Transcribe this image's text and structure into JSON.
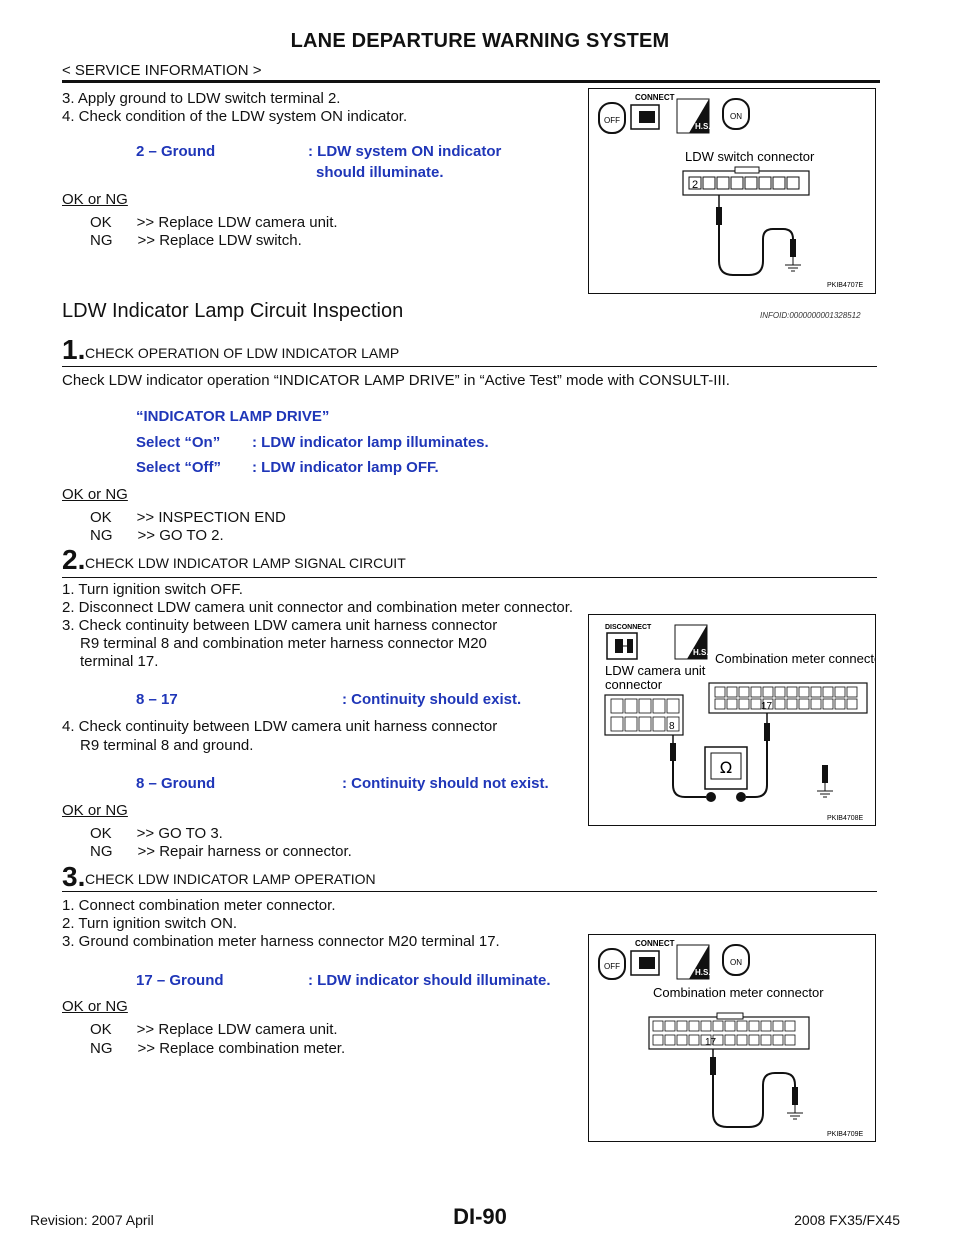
{
  "header": {
    "title": "LANE DEPARTURE WARNING SYSTEM",
    "subtitle": "< SERVICE INFORMATION >"
  },
  "intro": {
    "step3": "3. Apply ground to LDW switch terminal 2.",
    "step4": "4. Check condition of the LDW system ON indicator.",
    "spec_left": "2 – Ground",
    "spec_right_l1": ": LDW system ON indicator",
    "spec_right_l2": "should illuminate.",
    "okng": "OK or NG",
    "ok": "OK      >> Replace LDW camera unit.",
    "ng": "NG      >> Replace LDW switch.",
    "figure": {
      "connect": "CONNECT",
      "off": "OFF",
      "on": "ON",
      "hs": "H.S.",
      "label": "LDW switch connector",
      "terminal": "2",
      "id": "PKIB4707E"
    }
  },
  "section": {
    "title": "LDW Indicator Lamp Circuit Inspection",
    "id": "INFOID:0000000001328512"
  },
  "step1": {
    "num": "1.",
    "title": "CHECK OPERATION OF LDW INDICATOR LAMP",
    "text": "Check LDW indicator operation “INDICATOR LAMP DRIVE” in “Active Test” mode with CONSULT-III.",
    "spec_title": "“INDICATOR LAMP DRIVE”",
    "spec1_left": "Select “On”",
    "spec1_right": ": LDW indicator lamp illuminates.",
    "spec2_left": "Select “Off”",
    "spec2_right": ": LDW indicator lamp OFF.",
    "okng": "OK or NG",
    "ok": "OK      >> INSPECTION END",
    "ng": "NG      >> GO TO 2."
  },
  "step2": {
    "num": "2.",
    "title": "CHECK LDW INDICATOR LAMP SIGNAL CIRCUIT",
    "l1": "1. Turn ignition switch OFF.",
    "l2": "2. Disconnect LDW camera unit connector and combination meter connector.",
    "l3a": "3. Check continuity between LDW camera unit harness connector",
    "l3b": "R9 terminal 8 and combination meter harness connector M20",
    "l3c": "terminal 17.",
    "spec1_left": "8 – 17",
    "spec1_right": ": Continuity should exist.",
    "l4a": "4. Check continuity between LDW camera unit harness connector",
    "l4b": "R9 terminal 8 and ground.",
    "spec2_left": "8 – Ground",
    "spec2_right": ": Continuity should not exist.",
    "okng": "OK or NG",
    "ok": "OK      >> GO TO 3.",
    "ng": "NG      >> Repair harness or connector.",
    "figure": {
      "disconnect": "DISCONNECT",
      "hs": "H.S.",
      "label_combo": "Combination meter connector",
      "label_cam1": "LDW camera unit",
      "label_cam2": "connector",
      "t17": "17",
      "t8": "8",
      "ohm": "Ω",
      "id": "PKIB4708E"
    }
  },
  "step3": {
    "num": "3.",
    "title": "CHECK LDW INDICATOR LAMP OPERATION",
    "l1": "1. Connect combination meter connector.",
    "l2": "2. Turn ignition switch ON.",
    "l3": "3. Ground combination meter harness connector M20 terminal 17.",
    "spec_left": "17 – Ground",
    "spec_right": ": LDW indicator should illuminate.",
    "okng": "OK or NG",
    "ok": "OK      >> Replace LDW camera unit.",
    "ng": "NG      >> Replace combination meter.",
    "figure": {
      "connect": "CONNECT",
      "off": "OFF",
      "on": "ON",
      "hs": "H.S.",
      "label": "Combination meter connector",
      "terminal": "17",
      "id": "PKIB4709E"
    }
  },
  "footer": {
    "revision": "Revision: 2007 April",
    "page": "DI-90",
    "model": "2008 FX35/FX45"
  }
}
